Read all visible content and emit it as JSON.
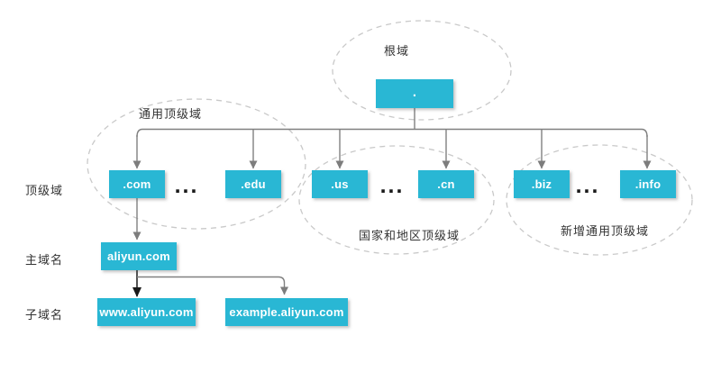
{
  "groups": {
    "root": {
      "label": "根域"
    },
    "generic_tld": {
      "label": "通用顶级域"
    },
    "country_tld": {
      "label": "国家和地区顶级域"
    },
    "new_generic_tld": {
      "label": "新增通用顶级域"
    }
  },
  "rows": {
    "tld": "顶级域",
    "main_domain": "主域名",
    "sub_domain": "子域名"
  },
  "nodes": {
    "root": ".",
    "com": ".com",
    "edu": ".edu",
    "us": ".us",
    "cn": ".cn",
    "biz": ".biz",
    "info": ".info",
    "aliyun": "aliyun.com",
    "www": "www.aliyun.com",
    "example": "example.aliyun.com"
  },
  "ellipsis": "...",
  "colors": {
    "node_fill": "#29b7d4",
    "node_text": "#ffffff",
    "connector": "#808080",
    "emphasis_connector": "#1a1a1a",
    "group_outline": "#c9c9c9",
    "label_text": "#333333"
  }
}
